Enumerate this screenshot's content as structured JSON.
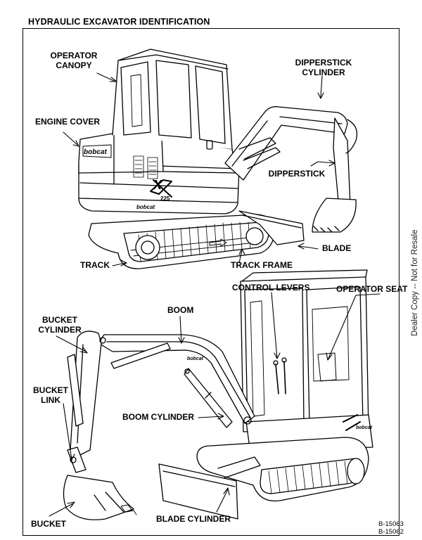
{
  "title": "HYDRAULIC EXCAVATOR IDENTIFICATION",
  "side_note": "Dealer Copy -- Not for Resale",
  "figure_codes": [
    "B-15063",
    "B-15062"
  ],
  "machine_markings": {
    "brand": "bobcat",
    "model": "225",
    "series": "X"
  },
  "labels": {
    "operator_canopy_1": "OPERATOR",
    "operator_canopy_2": "CANOPY",
    "dipperstick_cylinder_1": "DIPPERSTICK",
    "dipperstick_cylinder_2": "CYLINDER",
    "engine_cover": "ENGINE COVER",
    "dipperstick": "DIPPERSTICK",
    "blade": "BLADE",
    "track": "TRACK",
    "track_frame": "TRACK FRAME",
    "control_levers": "CONTROL LEVERS",
    "operator_seat": "OPERATOR SEAT",
    "bucket_cylinder_1": "BUCKET",
    "bucket_cylinder_2": "CYLINDER",
    "boom": "BOOM",
    "bucket_link_1": "BUCKET",
    "bucket_link_2": "LINK",
    "boom_cylinder": "BOOM CYLINDER",
    "bucket": "BUCKET",
    "blade_cylinder": "BLADE CYLINDER"
  }
}
